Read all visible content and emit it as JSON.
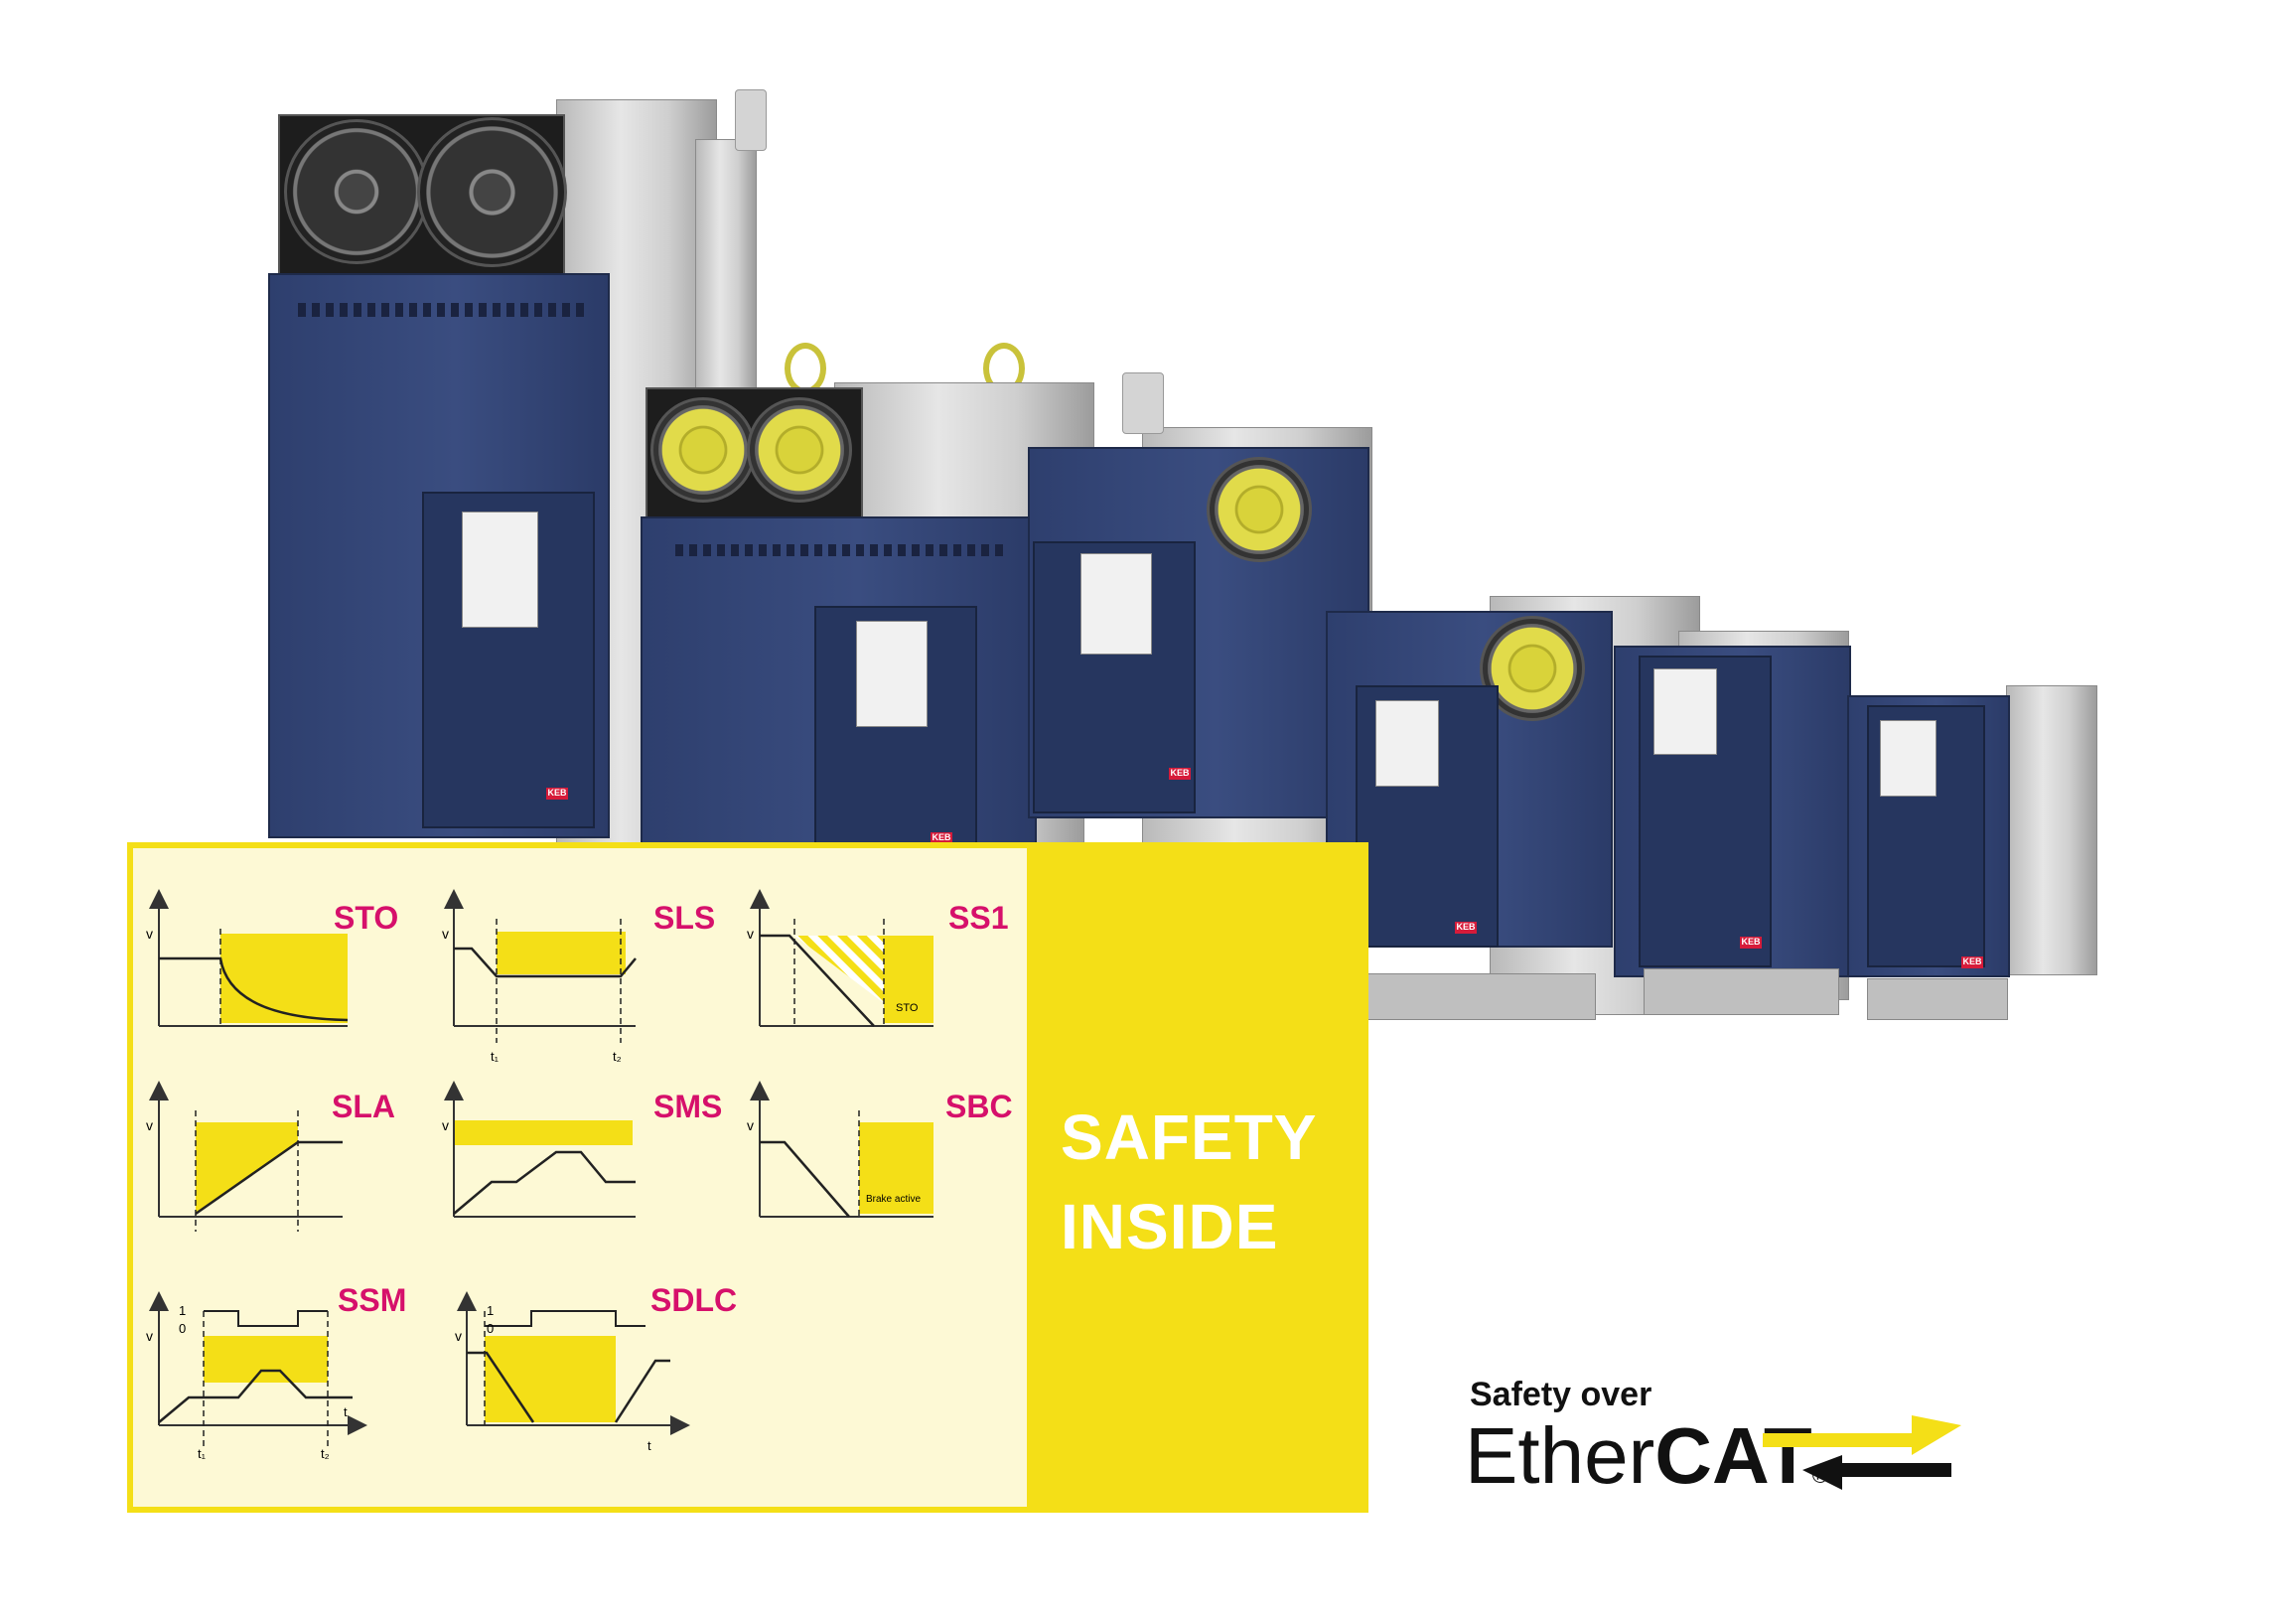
{
  "product_image": {
    "brand_badge": "KEB"
  },
  "panel": {
    "headline_line1": "SAFETY",
    "headline_line2": "INSIDE"
  },
  "functions": {
    "sto": "STO",
    "sls": "SLS",
    "ss1": "SS1",
    "sla": "SLA",
    "sms": "SMS",
    "sbc": "SBC",
    "ssm": "SSM",
    "sdlc": "SDLC"
  },
  "axis": {
    "v": "v",
    "t": "t",
    "t1": "t₁",
    "t2": "t₂",
    "one": "1",
    "zero": "0"
  },
  "annotations": {
    "ss1_sto": "STO",
    "sbc_brake": "Brake active"
  },
  "logo": {
    "line1": "Safety over",
    "ether": "Ether",
    "cat": "CAT",
    "reg": "®"
  },
  "colors": {
    "accent_yellow": "#f4df17",
    "function_label": "#d6106b",
    "drive_blue": "#34477a"
  }
}
